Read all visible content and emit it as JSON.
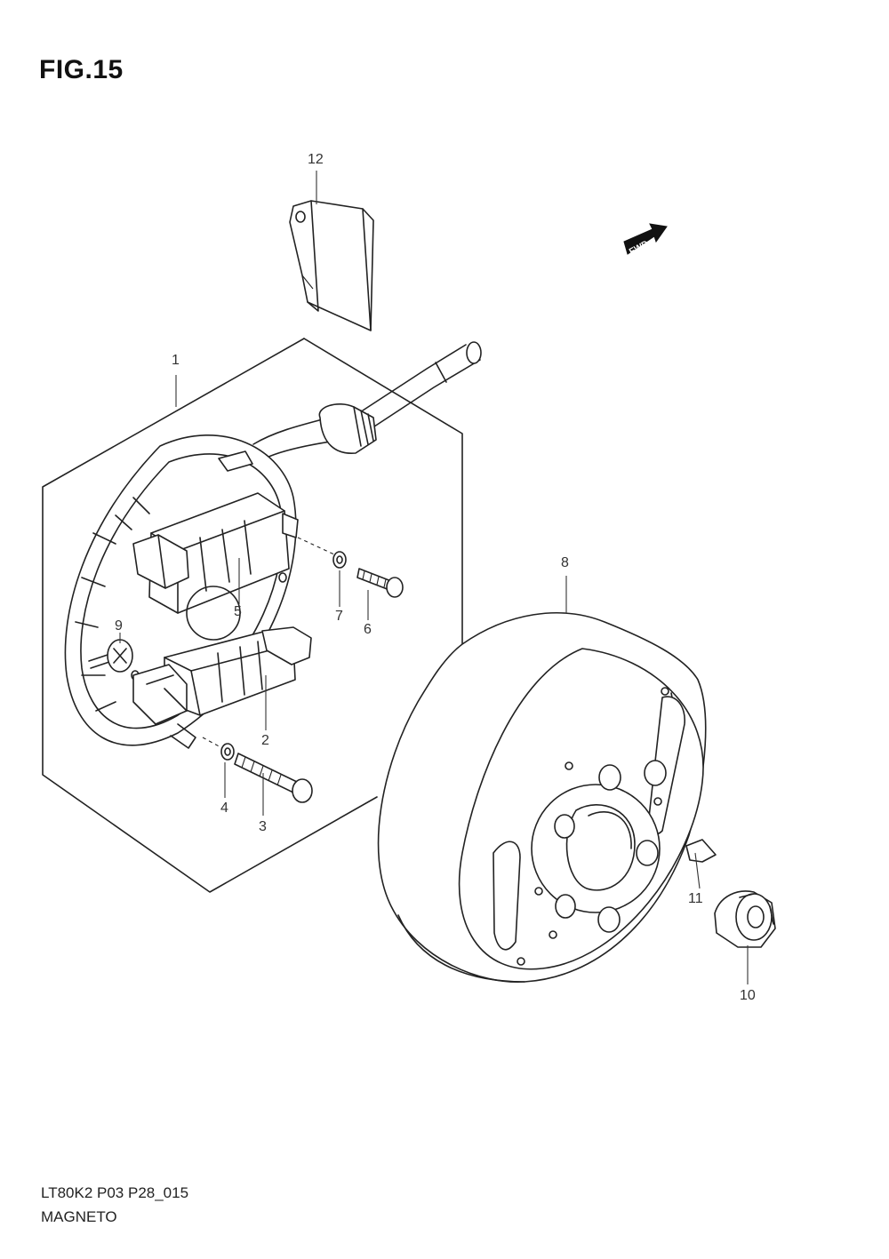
{
  "header": {
    "figure_title": "FIG.15"
  },
  "footer": {
    "diagram_code": "LT80K2 P03 P28_015",
    "diagram_name": "MAGNETO"
  },
  "fwd_marker": {
    "label": "FWD"
  },
  "callouts": [
    {
      "id": "1",
      "label": "1"
    },
    {
      "id": "2",
      "label": "2"
    },
    {
      "id": "3",
      "label": "3"
    },
    {
      "id": "4",
      "label": "4"
    },
    {
      "id": "5",
      "label": "5"
    },
    {
      "id": "6",
      "label": "6"
    },
    {
      "id": "7",
      "label": "7"
    },
    {
      "id": "8",
      "label": "8"
    },
    {
      "id": "9",
      "label": "9"
    },
    {
      "id": "10",
      "label": "10"
    },
    {
      "id": "11",
      "label": "11"
    },
    {
      "id": "12",
      "label": "12"
    }
  ],
  "colors": {
    "line": "#222222",
    "background": "#ffffff"
  }
}
